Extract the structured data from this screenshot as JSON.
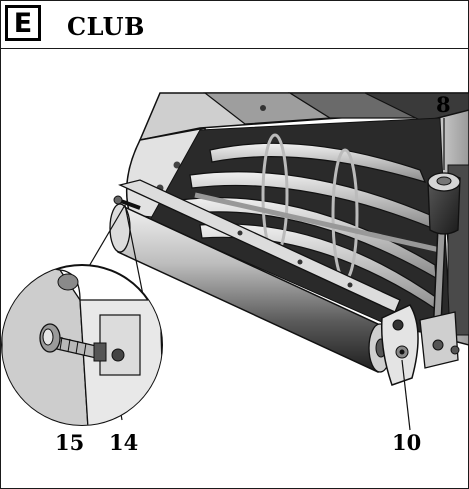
{
  "section": {
    "letter": "E",
    "title": "CLUB"
  },
  "callouts": {
    "c8": "8",
    "c10": "10",
    "c14": "14",
    "c15": "15"
  }
}
